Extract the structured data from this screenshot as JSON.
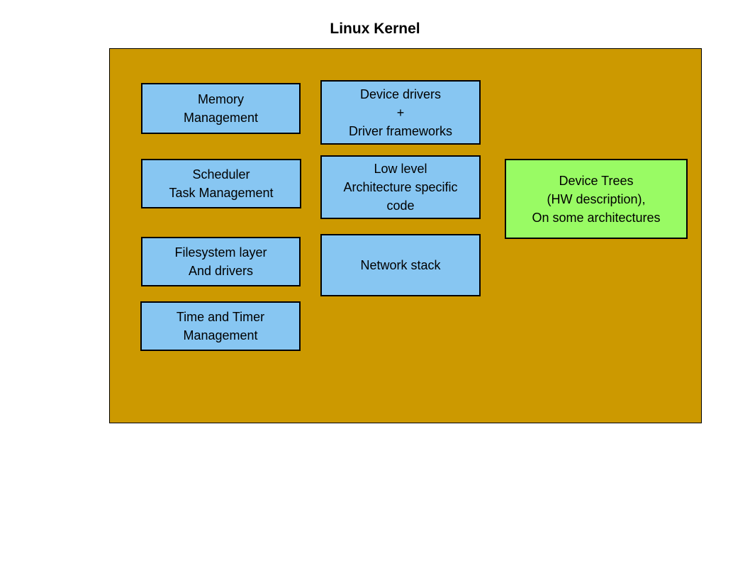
{
  "diagram": {
    "title": "Linux Kernel",
    "colors": {
      "container_background": "#CC9900",
      "component_box": "#87C6F2",
      "device_trees_box": "#99FB64",
      "border": "#000000",
      "text": "#000000",
      "page_background": "#FFFFFF"
    },
    "boxes": [
      {
        "id": "memory-management",
        "type": "blue",
        "lines": [
          "Memory",
          "Management"
        ]
      },
      {
        "id": "device-drivers",
        "type": "blue",
        "lines": [
          "Device drivers",
          "+",
          "Driver frameworks"
        ]
      },
      {
        "id": "scheduler-task-management",
        "type": "blue",
        "lines": [
          "Scheduler",
          "Task Management"
        ]
      },
      {
        "id": "low-level-architecture-code",
        "type": "blue",
        "lines": [
          "Low level",
          "Architecture specific",
          "code"
        ]
      },
      {
        "id": "device-trees",
        "type": "green",
        "lines": [
          "Device Trees",
          "(HW description),",
          "On some architectures"
        ]
      },
      {
        "id": "filesystem-layer",
        "type": "blue",
        "lines": [
          "Filesystem layer",
          "And drivers"
        ]
      },
      {
        "id": "network-stack",
        "type": "blue",
        "lines": [
          "Network stack"
        ]
      },
      {
        "id": "time-timer-management",
        "type": "blue",
        "lines": [
          "Time and Timer",
          "Management"
        ]
      }
    ]
  }
}
